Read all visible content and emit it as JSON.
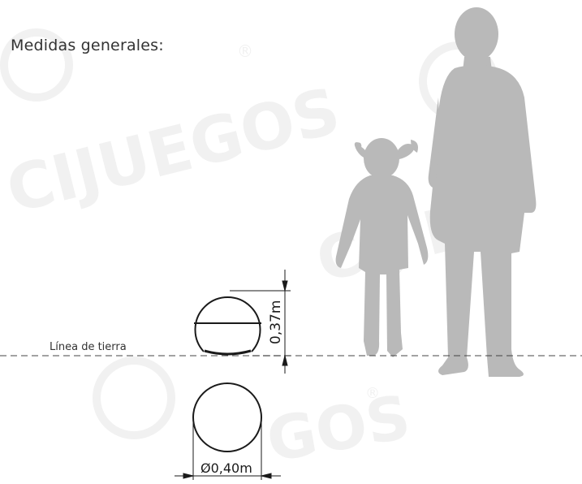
{
  "heading": "Medidas generales:",
  "ground_line_label": "Línea de tierra",
  "height_dimension": "0,37m",
  "diameter_dimension": "Ø0,40m",
  "watermark": {
    "brand": "CIJUEGOS",
    "registered_mark": "®",
    "logo_letter": "C"
  },
  "colors": {
    "silhouette": "#b9b9b9",
    "line": "#1a1a1a",
    "heading": "#333333",
    "watermark": "#f1f1f1"
  }
}
